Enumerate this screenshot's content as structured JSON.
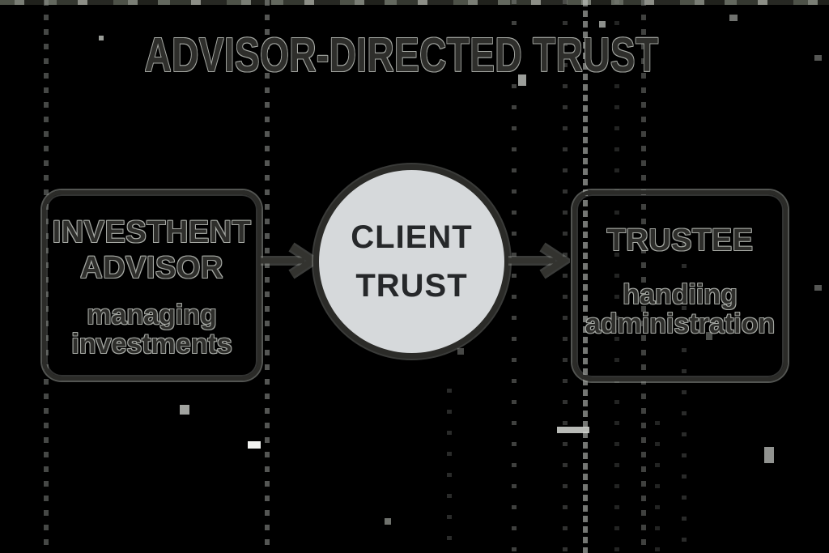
{
  "title": "ADVISOR-DIRECTED TRUST",
  "left_box": {
    "title_line1": "INVESTHENT",
    "title_line2": "ADVISOR",
    "subtitle_line1": "managing",
    "subtitle_line2": "investments"
  },
  "circle": {
    "line1": "CLIENT",
    "line2": "TRUST"
  },
  "right_box": {
    "title": "TRUSTEE",
    "subtitle_line1": "handiing",
    "subtitle_line2": "administration"
  },
  "colors": {
    "background": "#000000",
    "ink": "#2e2e2b",
    "halo": "#a6a9a4",
    "circle_fill": "#d6d9db",
    "circle_ink": "#26282a",
    "border": "#2b2b28",
    "noise": "#8d908c"
  }
}
